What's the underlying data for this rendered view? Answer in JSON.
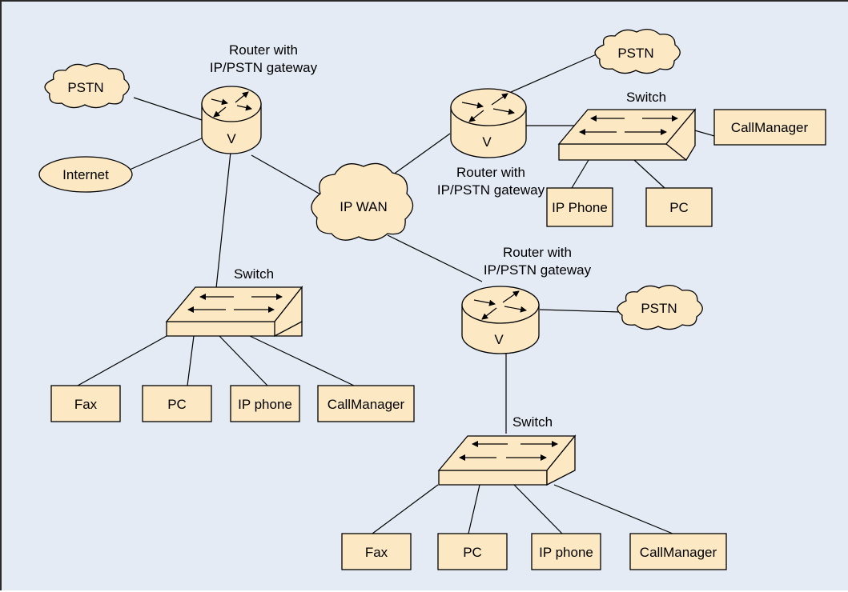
{
  "router_label_line1": "Router with",
  "router_label_line2": "IP/PSTN gateway",
  "router_voice_mark": "V",
  "switch_label": "Switch",
  "clouds": {
    "pstn": "PSTN",
    "internet": "Internet",
    "ipwan": "IP WAN"
  },
  "devices": {
    "fax": "Fax",
    "pc": "PC",
    "ip_phone_lower": "IP phone",
    "ip_phone_upper": "IP Phone",
    "callmanager": "CallManager"
  },
  "colors": {
    "background": "#e4ebf5",
    "node_fill": "#fce9c4",
    "stroke": "#000000"
  }
}
